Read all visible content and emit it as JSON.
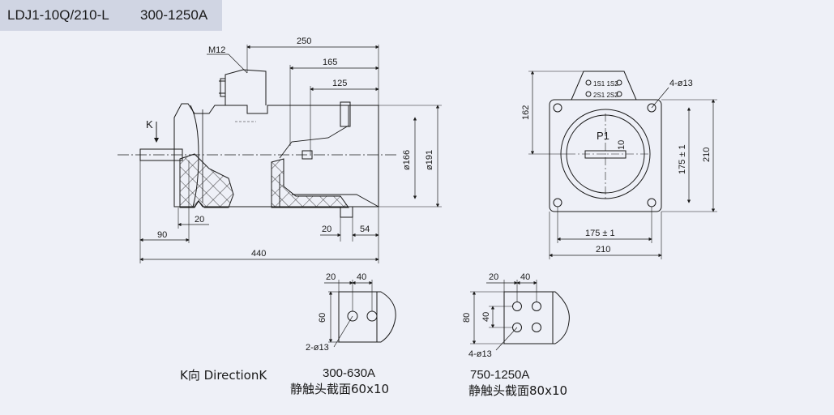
{
  "title": {
    "model": "LDJ1-10Q/210-L",
    "current_range": "300-1250A"
  },
  "side_view": {
    "thread_label": "M12",
    "direction_label": "K",
    "dims": {
      "d250": "250",
      "d165": "165",
      "d125": "125",
      "d166": "ø166",
      "d191": "ø191",
      "d20a": "20",
      "d90": "90",
      "d20b": "20",
      "d54": "54",
      "d440": "440"
    }
  },
  "front_view": {
    "terminal_row1": "1S1 1S2",
    "terminal_row2": "2S1 2S2",
    "holes_label": "4-ø13",
    "p1_label": "P1",
    "dims": {
      "d162": "162",
      "d10": "10",
      "d175_v": "175 ± 1",
      "d210_v": "210",
      "d175_h": "175 ± 1",
      "d210_h": "210"
    }
  },
  "contact_small": {
    "d20": "20",
    "d40": "40",
    "d60": "60",
    "holes": "2-ø13",
    "range": "300-630A",
    "section": "静触头截面60x10"
  },
  "contact_large": {
    "d20": "20",
    "d40": "40",
    "d80": "80",
    "d40v": "40",
    "holes": "4-ø13",
    "range": "750-1250A",
    "section": "静触头截面80x10"
  },
  "direction_caption": "K向 DirectionK",
  "colors": {
    "background": "#eef0f7",
    "title_bar": "#d0d5e3",
    "line": "#1a1a1a"
  }
}
